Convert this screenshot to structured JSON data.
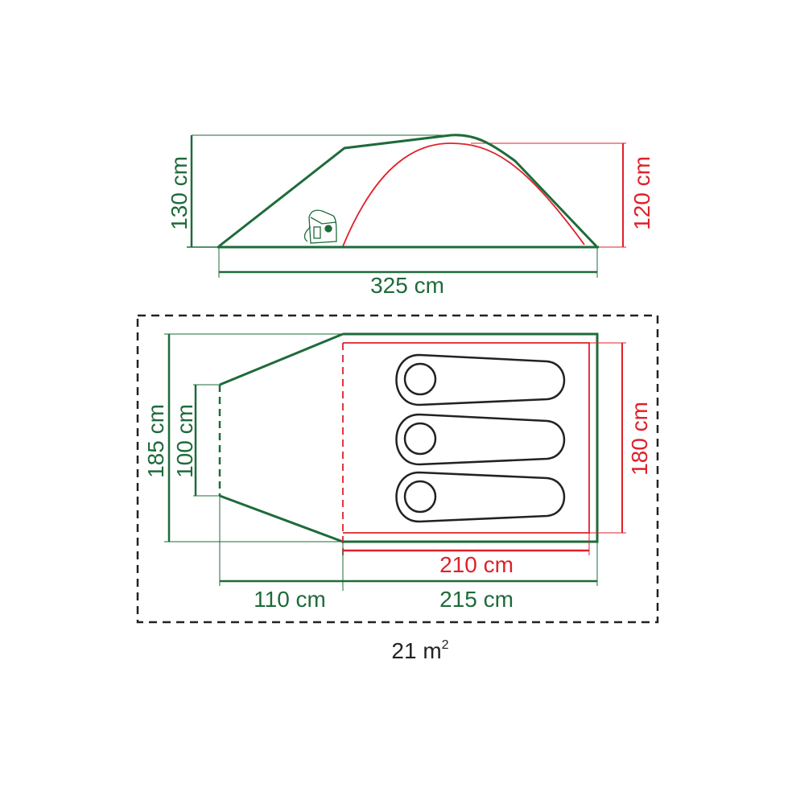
{
  "colors": {
    "green": "#1e6b3a",
    "red": "#e0202a",
    "black": "#222222",
    "area_text": "#222222"
  },
  "side_view": {
    "height_outer_label": "130 cm",
    "height_inner_label": "120 cm",
    "length_label": "325 cm",
    "icon": "backpack-icon"
  },
  "floor_plan": {
    "width_outer_label": "185 cm",
    "vestibule_door_label": "100 cm",
    "inner_width_label": "180 cm",
    "inner_length_label": "210 cm",
    "vestibule_length_label": "110 cm",
    "bedroom_length_label": "215 cm",
    "sleeping_bags": 3,
    "sleeping_bag_icon": "sleeping-bag-icon"
  },
  "footprint": {
    "area_value": "21 m",
    "area_unit_sup": "2"
  }
}
